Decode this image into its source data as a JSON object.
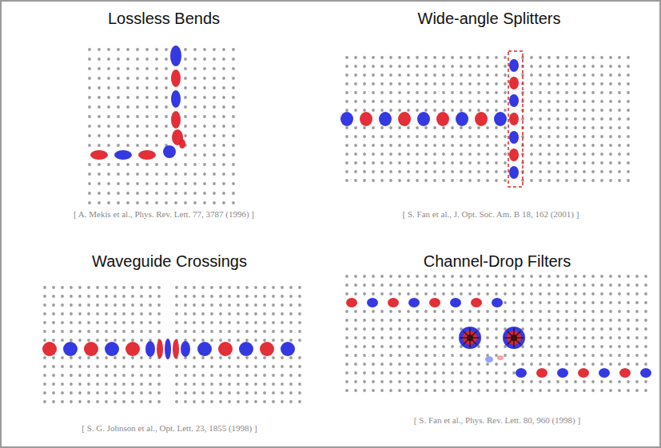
{
  "diagram": {
    "labels": [
      "Lossless Bends",
      "Wide-angle Splitters",
      "[ A. Mekis et al., Phys. Rev. Lett. 77, 3787 (1996) ]",
      "[ S. Fan et al., J. Opt. Soc. Am. B 18, 162 (2001) ]",
      "Waveguide Crossings",
      "Channel-Drop Filters",
      "[ S. G. Johnson et al., Opt. Lett. 23, 1855 (1998) ]",
      "[ S. Fan et al., Phys. Rev. Lett. 80, 960 (1998) ]"
    ]
  }
}
